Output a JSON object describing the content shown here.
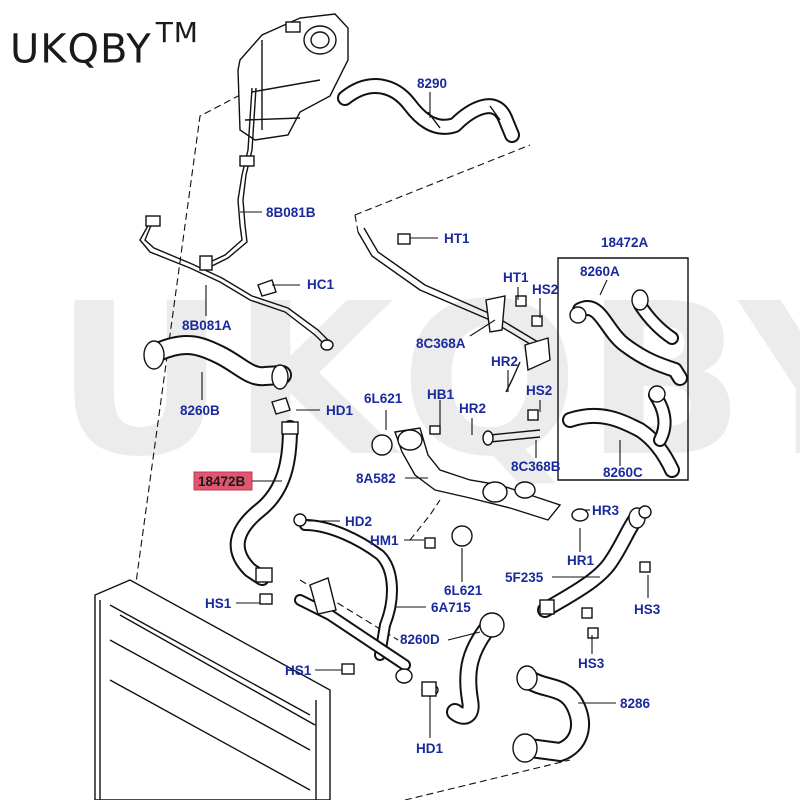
{
  "brand": {
    "name": "UKQBY",
    "mark": "TM"
  },
  "watermark": "UKQBY",
  "highlighted_label": "18472B",
  "callouts": {
    "l8290": "8290",
    "l8b081b": "8B081B",
    "l8b081a": "8B081A",
    "lhc1": "HC1",
    "lht1a": "HT1",
    "lht1b": "HT1",
    "l18472a": "18472A",
    "l8260a": "8260A",
    "lhs2a": "HS2",
    "l8c368a": "8C368A",
    "lhr2a": "HR2",
    "lhs2b": "HS2",
    "l8260b": "8260B",
    "lhd1a": "HD1",
    "l6l621a": "6L621",
    "lhb1": "HB1",
    "lhr2b": "HR2",
    "l8c368b": "8C368B",
    "l8a582": "8A582",
    "l8260c": "8260C",
    "lhd2": "HD2",
    "lhr3": "HR3",
    "lhm1": "HM1",
    "lhr1": "HR1",
    "l6l621b": "6L621",
    "l5f235": "5F235",
    "lhs1a": "HS1",
    "l6a715": "6A715",
    "lhs3a": "HS3",
    "l8260d": "8260D",
    "lhs3b": "HS3",
    "lhs1b": "HS1",
    "l8286": "8286",
    "lhd1b": "HD1"
  },
  "colors": {
    "label": "#1a2a9c",
    "highlight": "#e0566f",
    "line": "#111111"
  }
}
